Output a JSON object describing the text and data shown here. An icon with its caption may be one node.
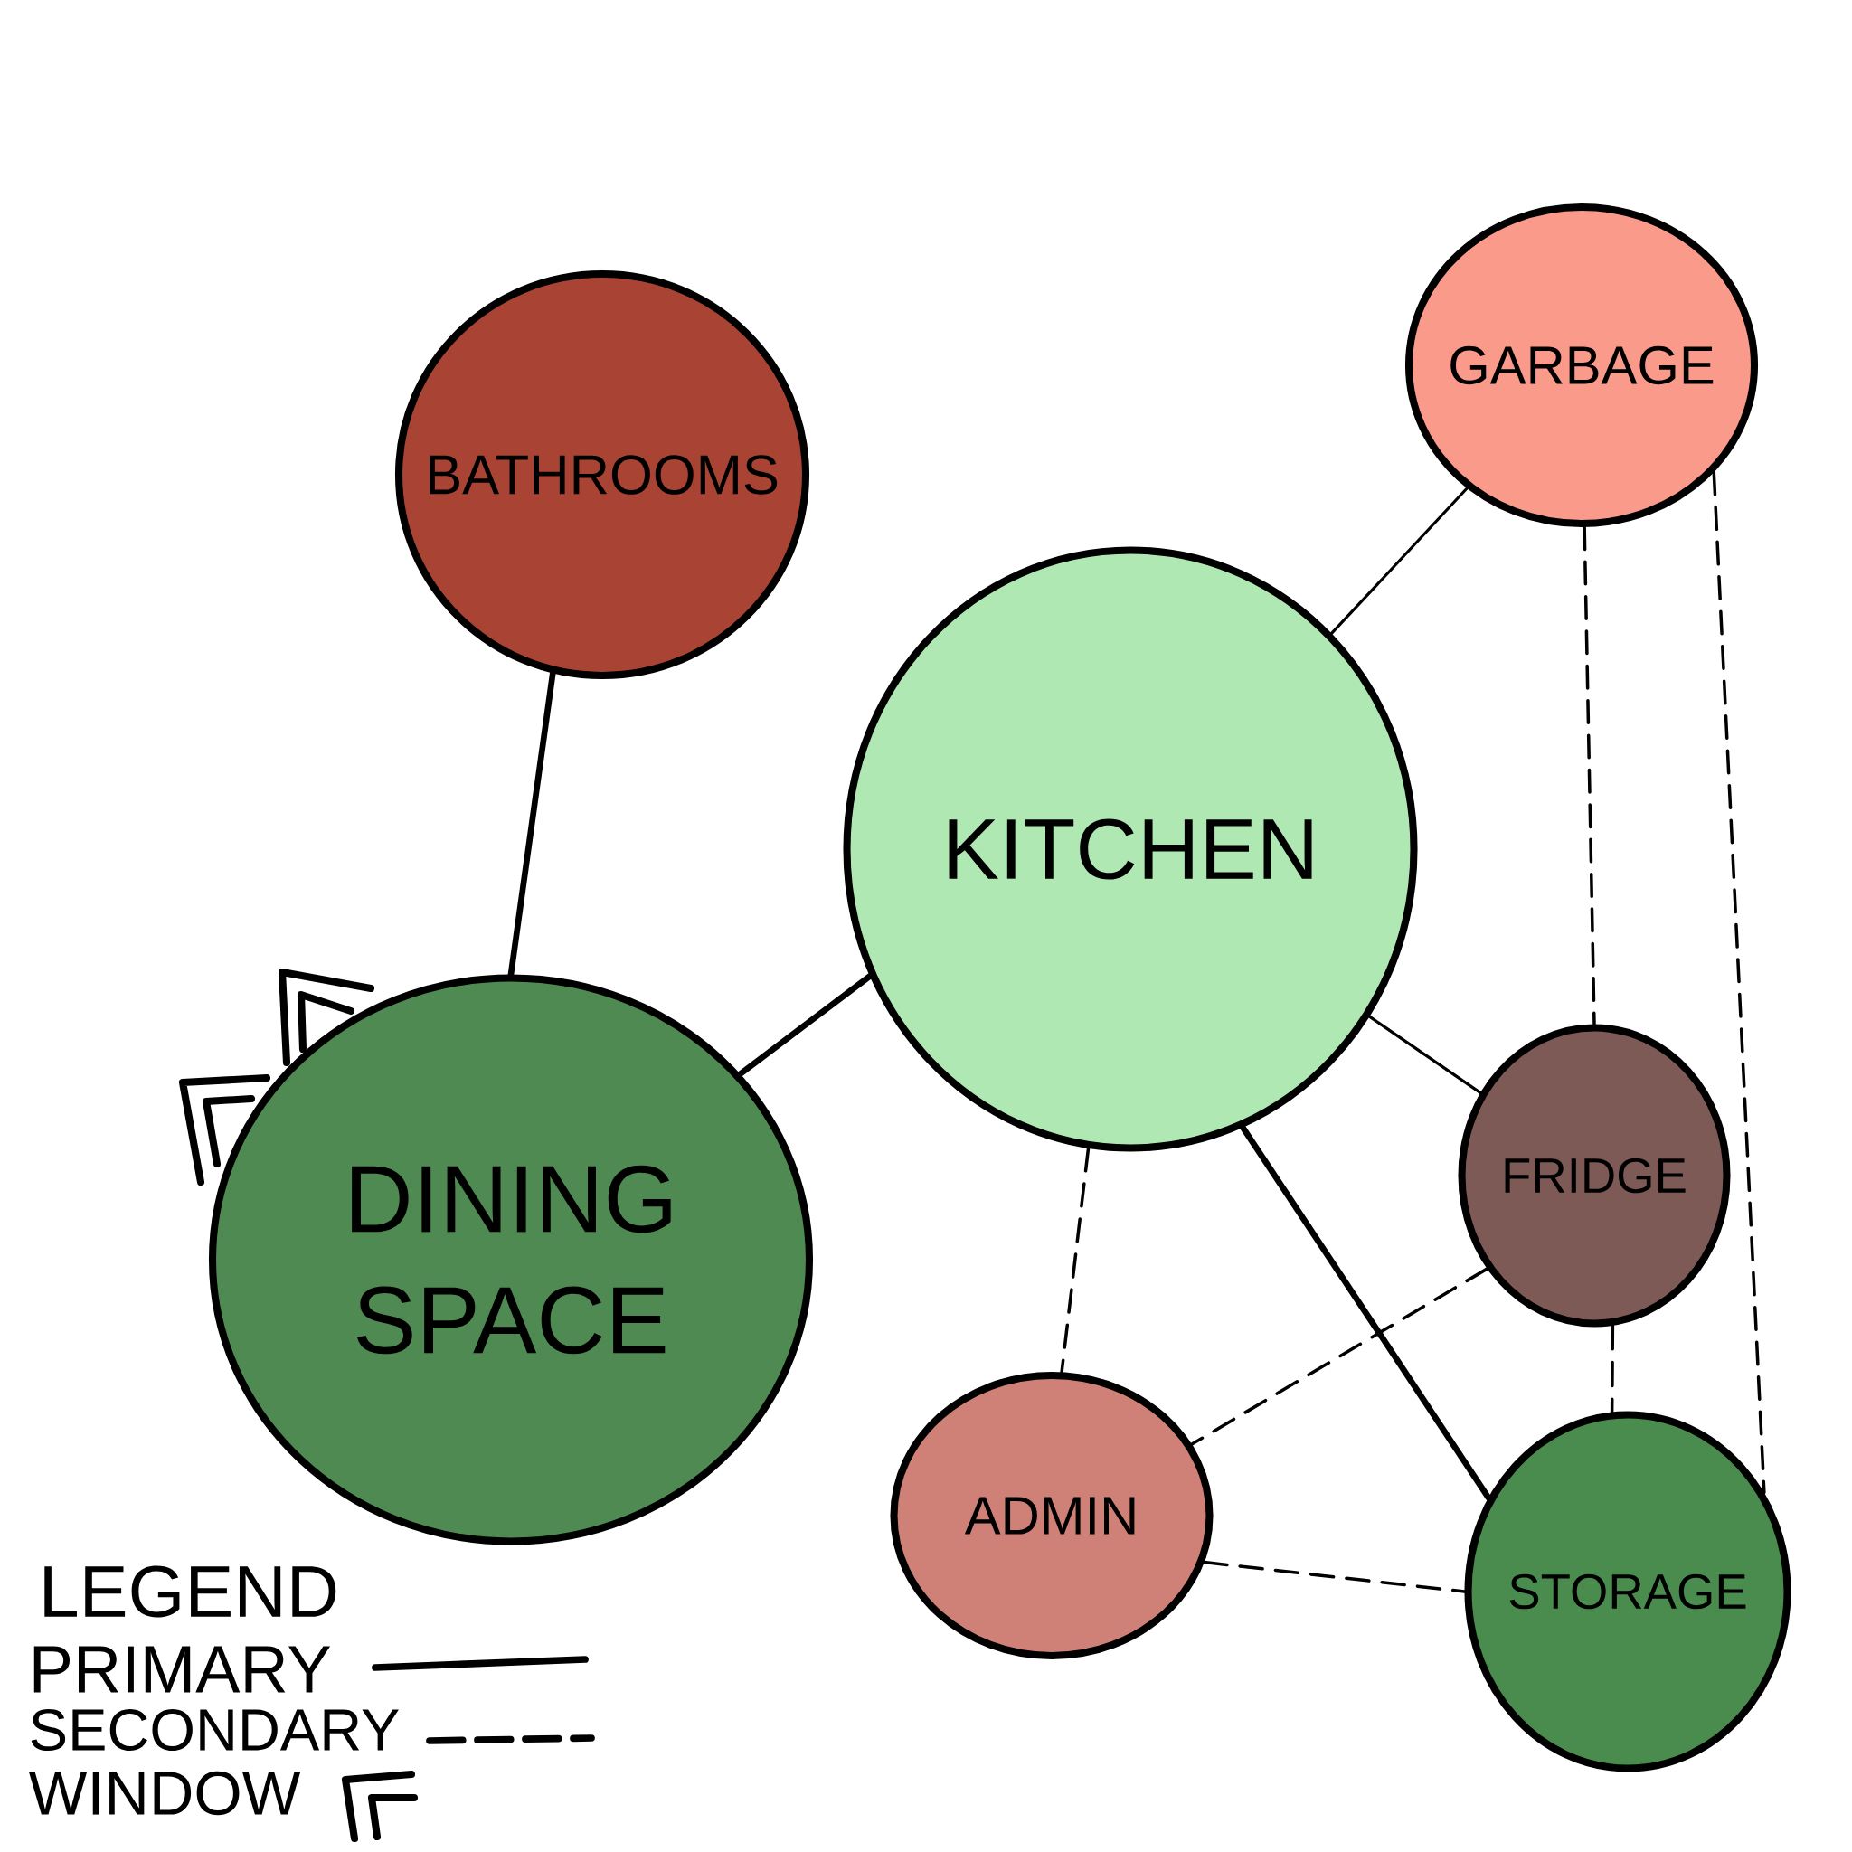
{
  "diagram": {
    "nodes": [
      {
        "text": [
          "BATHROOMS"
        ]
      },
      {
        "text": [
          "GARBAGE"
        ]
      },
      {
        "text": [
          "KITCHEN"
        ]
      },
      {
        "text": [
          "DINING SPACE"
        ]
      },
      {
        "text": [
          "FRIDGE"
        ]
      },
      {
        "text": [
          "ADMIN"
        ]
      },
      {
        "text": [
          "STORAGE"
        ]
      }
    ],
    "edges": [
      {
        "from": 0,
        "to": 3,
        "arrow": "none",
        "style": "thick"
      },
      {
        "from": 3,
        "to": 2,
        "arrow": "none",
        "style": "thick"
      },
      {
        "from": 2,
        "to": 1,
        "arrow": "none"
      },
      {
        "from": 2,
        "to": 4,
        "arrow": "none"
      },
      {
        "from": 2,
        "to": 6,
        "arrow": "none",
        "style": "thick"
      },
      {
        "from": 2,
        "to": 5,
        "arrow": "none",
        "style": "dashed"
      },
      {
        "from": 1,
        "to": 4,
        "arrow": "none",
        "style": "dashed"
      },
      {
        "from": 1,
        "to": 6,
        "arrow": "none",
        "style": "dashed"
      },
      {
        "from": 4,
        "to": 6,
        "arrow": "none",
        "style": "dashed"
      },
      {
        "from": 4,
        "to": 5,
        "arrow": "none",
        "style": "dashed"
      },
      {
        "from": 5,
        "to": 6,
        "arrow": "none",
        "style": "dashed"
      }
    ],
    "labels": [
      "LEGEND"
    ],
    "legend": [
      {
        "text": "PRIMARY"
      },
      {
        "text": "SECONDARY"
      },
      {
        "text": "WINDOW"
      }
    ]
  }
}
